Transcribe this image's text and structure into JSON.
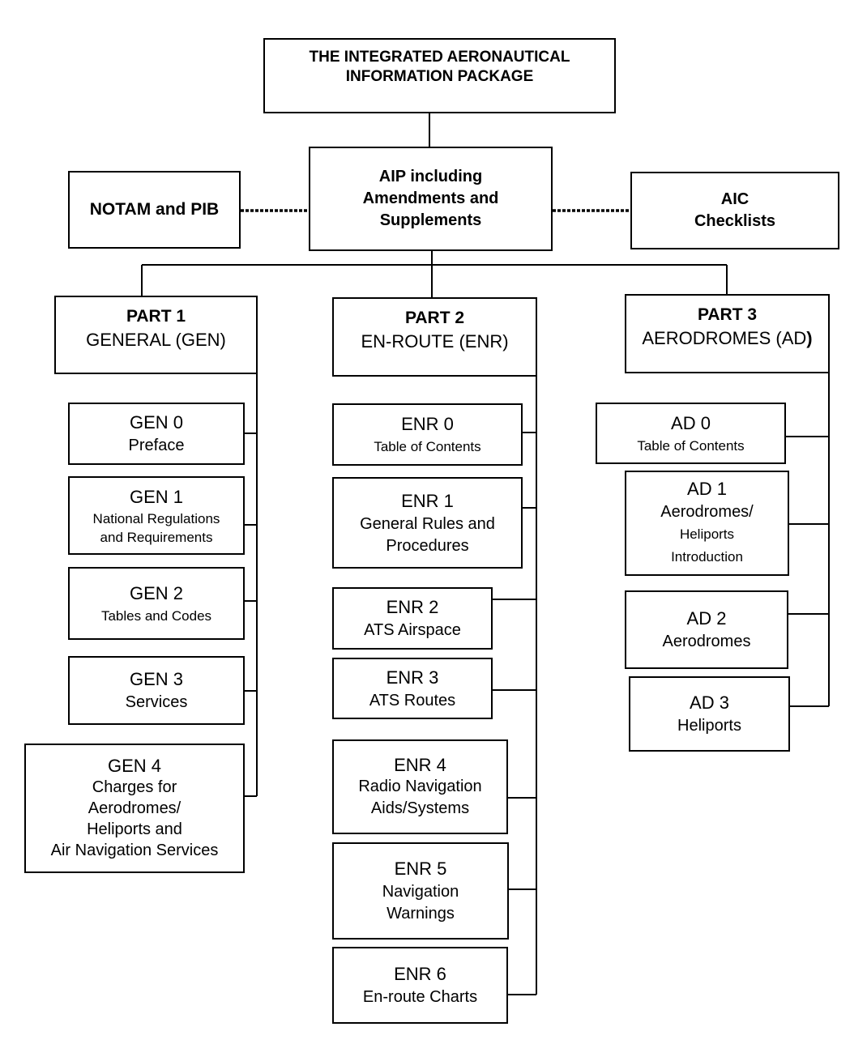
{
  "colors": {
    "line": "#000000",
    "text": "#000000",
    "background": "#ffffff"
  },
  "boxes": {
    "title": {
      "line1": "THE INTEGRATED AERONAUTICAL",
      "line2": "INFORMATION PACKAGE"
    },
    "notam": {
      "line1": "NOTAM and PIB"
    },
    "aip": {
      "line1": "AIP including",
      "line2": "Amendments and",
      "line3": "Supplements"
    },
    "aic": {
      "line1": "AIC",
      "line2": "Checklists"
    },
    "part1": {
      "heading": "PART 1",
      "sub": "GENERAL (GEN)"
    },
    "part2": {
      "heading": "PART 2",
      "sub": "EN-ROUTE (ENR)"
    },
    "part3": {
      "heading": "PART 3",
      "sub": "AERODROMES (AD",
      "sub_bold": ")"
    },
    "gen0": {
      "code": "GEN 0",
      "line1": "Preface"
    },
    "gen1": {
      "code": "GEN 1",
      "line1": "National Regulations",
      "line2": "and Requirements"
    },
    "gen2": {
      "code": "GEN 2",
      "line1": "Tables and Codes"
    },
    "gen3": {
      "code": "GEN 3",
      "line1": "Services"
    },
    "gen4": {
      "code": "GEN 4",
      "line1": "Charges for",
      "line2": "Aerodromes/",
      "line3": "Heliports and",
      "line4": "Air Navigation Services"
    },
    "enr0": {
      "code": "ENR 0",
      "line1": "Table of Contents"
    },
    "enr1": {
      "code": "ENR 1",
      "line1": "General Rules and",
      "line2": "Procedures"
    },
    "enr2": {
      "code": "ENR 2",
      "line1": "ATS Airspace"
    },
    "enr3": {
      "code": "ENR 3",
      "line1": "ATS Routes"
    },
    "enr4": {
      "code": "ENR 4",
      "line1": "Radio Navigation",
      "line2": "Aids/Systems"
    },
    "enr5": {
      "code": "ENR 5",
      "line1": "Navigation",
      "line2": "Warnings"
    },
    "enr6": {
      "code": "ENR 6",
      "line1": "En-route Charts"
    },
    "ad0": {
      "code": "AD 0",
      "line1": "Table of Contents"
    },
    "ad1": {
      "code": "AD 1",
      "line1": "Aerodromes/",
      "line2": "Heliports",
      "line3": "Introduction"
    },
    "ad2": {
      "code": "AD 2",
      "line1": "Aerodromes"
    },
    "ad3": {
      "code": "AD 3",
      "line1": "Heliports"
    }
  }
}
